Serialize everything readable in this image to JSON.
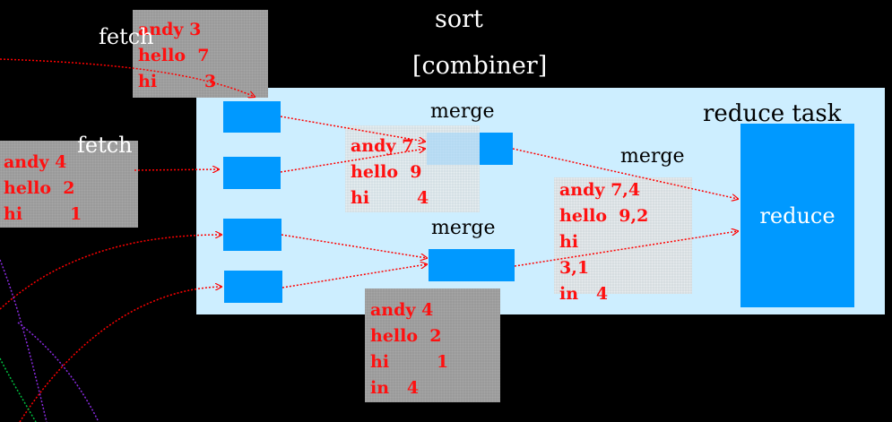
{
  "header": {
    "sort": "sort",
    "combiner": "[combiner]"
  },
  "fetch_labels": {
    "top": "fetch",
    "left": "fetch"
  },
  "panel": {
    "title": "reduce task"
  },
  "merge_labels": {
    "top": "merge",
    "middle": "merge",
    "right": "merge"
  },
  "reduce": {
    "label": "reduce"
  },
  "boxes": {
    "fetch_top": [
      "andy 3",
      "hello  7",
      "hi        3"
    ],
    "fetch_left": [
      "andy 4",
      "hello  2",
      "hi        1"
    ],
    "merge_top": [
      "andy 7",
      "hello  9",
      "hi        4"
    ],
    "merge_bottom": [
      "andy 4",
      "hello  2",
      "hi        1",
      "in   4"
    ],
    "merge_right": [
      "andy 7,4",
      "hello  9,2",
      "hi",
      "3,1",
      "in   4"
    ]
  },
  "colors": {
    "background": "#000000",
    "panel": "#cdeeff",
    "block": "#0099ff",
    "text_red": "#ff1010",
    "arrow_red": "#ff0000",
    "arc_purple": "#8a2be2",
    "arc_green": "#00c040"
  }
}
